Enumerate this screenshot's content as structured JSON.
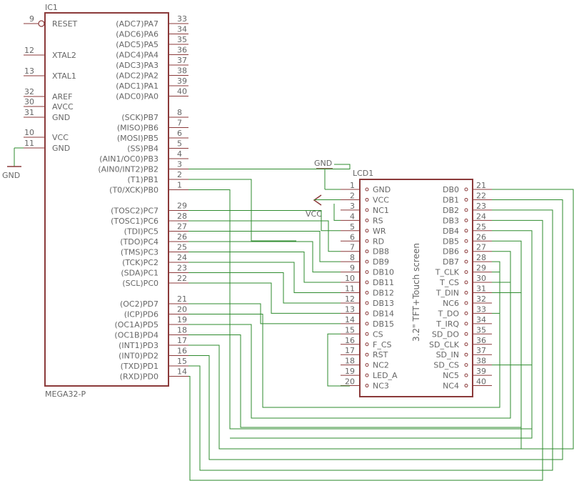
{
  "ic1": {
    "ref": "IC1",
    "value": "MEGA32-P",
    "left_pins": [
      {
        "num": "9",
        "name": "RESET"
      },
      {
        "num": "12",
        "name": "XTAL2"
      },
      {
        "num": "13",
        "name": "XTAL1"
      },
      {
        "num": "32",
        "name": "AREF"
      },
      {
        "num": "30",
        "name": "AVCC"
      },
      {
        "num": "31",
        "name": "GND"
      },
      {
        "num": "10",
        "name": "VCC"
      },
      {
        "num": "11",
        "name": "GND"
      }
    ],
    "right_pins": [
      {
        "num": "33",
        "name": "(ADC7)PA7"
      },
      {
        "num": "34",
        "name": "(ADC6)PA6"
      },
      {
        "num": "35",
        "name": "(ADC5)PA5"
      },
      {
        "num": "36",
        "name": "(ADC4)PA4"
      },
      {
        "num": "37",
        "name": "(ADC3)PA3"
      },
      {
        "num": "38",
        "name": "(ADC2)PA2"
      },
      {
        "num": "39",
        "name": "(ADC1)PA1"
      },
      {
        "num": "40",
        "name": "(ADC0)PA0"
      },
      {
        "num": "8",
        "name": "(SCK)PB7"
      },
      {
        "num": "7",
        "name": "(MISO)PB6"
      },
      {
        "num": "6",
        "name": "(MOSI)PB5"
      },
      {
        "num": "5",
        "name": "(SS)PB4"
      },
      {
        "num": "4",
        "name": "(AIN1/OC0)PB3"
      },
      {
        "num": "3",
        "name": "(AIN0/INT2)PB2"
      },
      {
        "num": "2",
        "name": "(T1)PB1"
      },
      {
        "num": "1",
        "name": "(T0/XCK)PB0"
      },
      {
        "num": "29",
        "name": "(TOSC2)PC7"
      },
      {
        "num": "28",
        "name": "(TOSC1)PC6"
      },
      {
        "num": "27",
        "name": "(TDI)PC5"
      },
      {
        "num": "26",
        "name": "(TDO)PC4"
      },
      {
        "num": "25",
        "name": "(TMS)PC3"
      },
      {
        "num": "24",
        "name": "(TCK)PC2"
      },
      {
        "num": "23",
        "name": "(SDA)PC1"
      },
      {
        "num": "22",
        "name": "(SCL)PC0"
      },
      {
        "num": "21",
        "name": "(OC2)PD7"
      },
      {
        "num": "20",
        "name": "(ICP)PD6"
      },
      {
        "num": "19",
        "name": "(OC1A)PD5"
      },
      {
        "num": "18",
        "name": "(OC1B)PD4"
      },
      {
        "num": "17",
        "name": "(INT1)PD3"
      },
      {
        "num": "16",
        "name": "(INT0)PD2"
      },
      {
        "num": "15",
        "name": "(TXD)PD1"
      },
      {
        "num": "14",
        "name": "(RXD)PD0"
      }
    ]
  },
  "lcd1": {
    "ref": "LCD1",
    "value": "3.2\" TFT+Touch screen",
    "left_pins": [
      {
        "num": "1",
        "name": "GND"
      },
      {
        "num": "2",
        "name": "VCC"
      },
      {
        "num": "3",
        "name": "NC1"
      },
      {
        "num": "4",
        "name": "RS"
      },
      {
        "num": "5",
        "name": "WR"
      },
      {
        "num": "6",
        "name": "RD"
      },
      {
        "num": "7",
        "name": "DB8"
      },
      {
        "num": "8",
        "name": "DB9"
      },
      {
        "num": "9",
        "name": "DB10"
      },
      {
        "num": "10",
        "name": "DB11"
      },
      {
        "num": "11",
        "name": "DB12"
      },
      {
        "num": "12",
        "name": "DB13"
      },
      {
        "num": "13",
        "name": "DB14"
      },
      {
        "num": "14",
        "name": "DB15"
      },
      {
        "num": "15",
        "name": "CS"
      },
      {
        "num": "16",
        "name": "F_CS"
      },
      {
        "num": "17",
        "name": "RST"
      },
      {
        "num": "18",
        "name": "NC2"
      },
      {
        "num": "19",
        "name": "LED_A"
      },
      {
        "num": "20",
        "name": "NC3"
      }
    ],
    "right_pins": [
      {
        "num": "21",
        "name": "DB0"
      },
      {
        "num": "22",
        "name": "DB1"
      },
      {
        "num": "23",
        "name": "DB2"
      },
      {
        "num": "24",
        "name": "DB3"
      },
      {
        "num": "25",
        "name": "DB4"
      },
      {
        "num": "26",
        "name": "DB5"
      },
      {
        "num": "27",
        "name": "DB6"
      },
      {
        "num": "28",
        "name": "DB7"
      },
      {
        "num": "29",
        "name": "T_CLK"
      },
      {
        "num": "30",
        "name": "T_CS"
      },
      {
        "num": "31",
        "name": "T_DIN"
      },
      {
        "num": "32",
        "name": "NC6"
      },
      {
        "num": "33",
        "name": "T_DO"
      },
      {
        "num": "34",
        "name": "T_IRQ"
      },
      {
        "num": "35",
        "name": "SD_DO"
      },
      {
        "num": "36",
        "name": "SD_CLK"
      },
      {
        "num": "37",
        "name": "SD_IN"
      },
      {
        "num": "38",
        "name": "SD_CS"
      },
      {
        "num": "39",
        "name": "NC5"
      },
      {
        "num": "40",
        "name": "NC4"
      }
    ]
  },
  "supplies": {
    "gnd_left": "GND",
    "gnd_lcd": "GND",
    "vcc_lcd": "VCC"
  },
  "colors": {
    "part": "#8b3a3a",
    "wire": "#2e8b2e",
    "text": "#666666"
  }
}
